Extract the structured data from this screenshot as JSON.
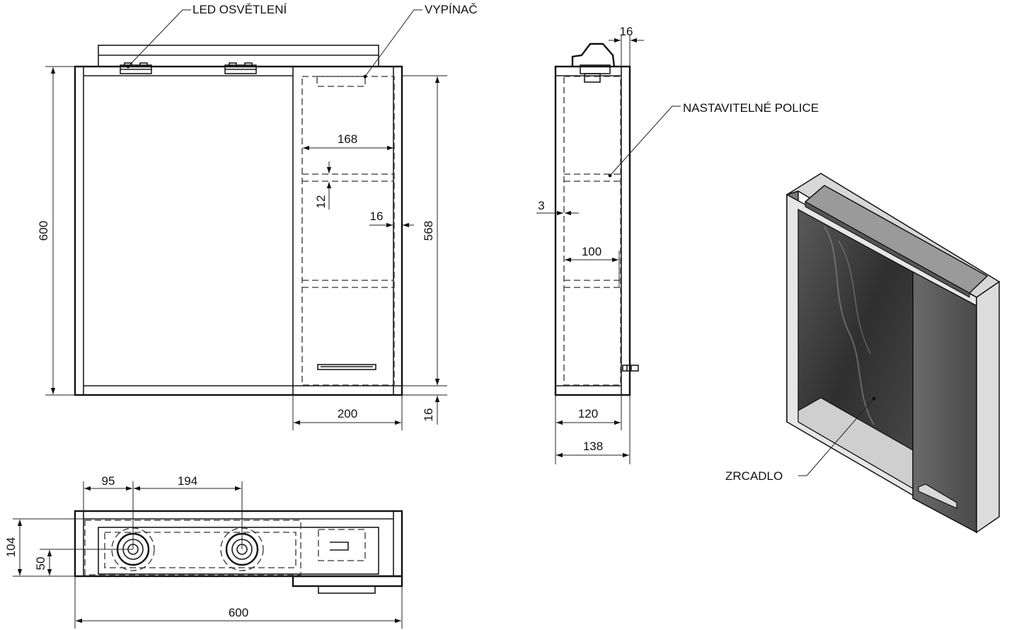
{
  "labels": {
    "led": "LED OSVĚTLENÍ",
    "switch": "VYPÍNAČ",
    "shelves": "NASTAVITELNÉ POLICE",
    "mirror": "ZRCADLO"
  },
  "front_view": {
    "dim_total_height": "600",
    "dim_inner_height": "568",
    "dim_shelf_width": "168",
    "dim_shelf_thickness": "12",
    "dim_side_thickness": "16",
    "dim_bottom_thickness": "16",
    "dim_cabinet_width": "200"
  },
  "side_view": {
    "dim_top_thickness": "16",
    "dim_gap": "3",
    "dim_shelf_depth": "100",
    "dim_inner_depth": "120",
    "dim_total_depth": "138"
  },
  "top_view": {
    "dim_first_offset": "95",
    "dim_spacing": "194",
    "dim_depth": "104",
    "dim_center": "50",
    "dim_total_width": "600"
  },
  "colors": {
    "line": "#1a1a1a",
    "mirror_dark": "#3d3d3d",
    "cabinet_body": "#e6e6e6"
  }
}
